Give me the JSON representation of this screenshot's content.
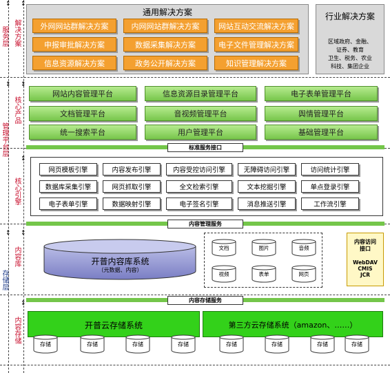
{
  "left_axis": {
    "service_layer": "服务层",
    "management_layer": "管理平台层",
    "storage_layer": "存储层",
    "solutions": "解决方案",
    "core_products": "核心产品",
    "core_engines": "核心引擎",
    "content_repo": "内容库",
    "content_storage": "内容存储"
  },
  "general_solutions": {
    "title": "通用解决方案",
    "items": [
      "外网网站群解决方案",
      "内网网站群解决方案",
      "网站互动交流解决方案",
      "申报审批解决方案",
      "数据采集解决方案",
      "电子文件管理解决方案",
      "信息资源解决方案",
      "政务公开解决方案",
      "知识管理解决方案"
    ]
  },
  "industry_solutions": {
    "title": "行业解决方案",
    "lines": [
      "区域政府、金融、",
      "证券、教育",
      "卫生、税务、农业",
      "科技、集团企业"
    ]
  },
  "core_products": [
    "网站内容管理平台",
    "信息资源目录管理平台",
    "电子表单管理平台",
    "文档管理平台",
    "音视频管理平台",
    "舆情管理平台",
    "统一搜索平台",
    "用户管理平台",
    "基础管理平台"
  ],
  "interfaces": {
    "standard": "标准服务接口",
    "content_mgmt": "内容管理服务",
    "content_storage": "内容存储服务"
  },
  "engines": [
    "网页模板引擎",
    "内容发布引擎",
    "内容受控访问引擎",
    "无障碍访问引擎",
    "访问统计引擎",
    "数据库采集引擎",
    "网页抓取引擎",
    "全文检索引擎",
    "文本挖掘引擎",
    "单点登录引擎",
    "电子表单引擎",
    "数据映射引擎",
    "电子签名引擎",
    "消息推送引擎",
    "工作流引擎"
  ],
  "content_repo": {
    "name": "开普内容库系统",
    "sub": "（元数据、内容）",
    "types": [
      "文档",
      "图片",
      "音频",
      "视频",
      "表单",
      "网页"
    ]
  },
  "access_iface": {
    "title_lines": [
      "内容访问",
      "接口"
    ],
    "protocols": [
      "WebDAV",
      "CMIS",
      "JCR"
    ]
  },
  "storage": {
    "kaipu": "开普云存储系统",
    "third": "第三方云存储系统（amazon、……）",
    "unit": "存储"
  },
  "colors": {
    "orange": "#f4a030",
    "green": "#77c64b",
    "red": "#c8102e",
    "cylinder": "#9b9ed6"
  }
}
